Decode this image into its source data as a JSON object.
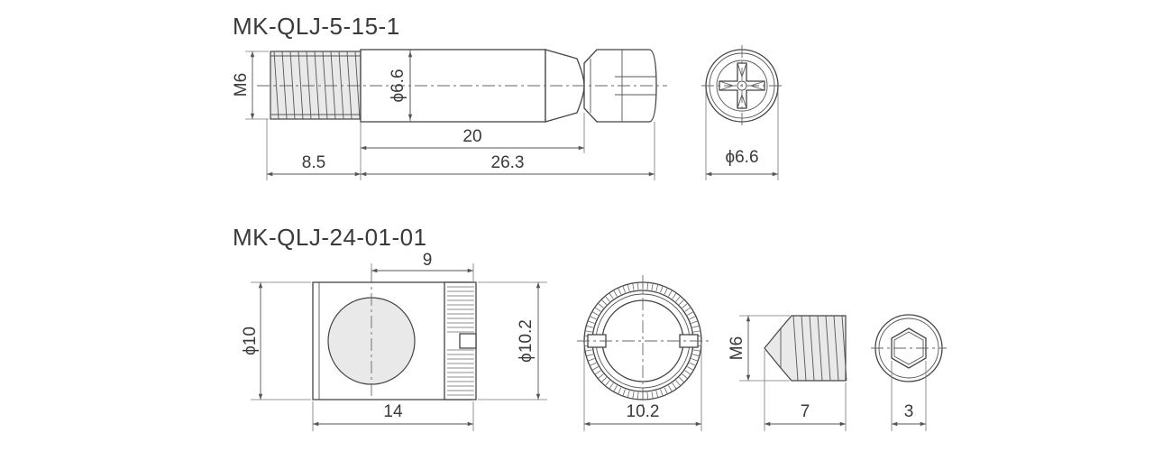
{
  "parts": [
    {
      "part_number": "MK-QLJ-5-15-1",
      "dimensions": {
        "thread": "M6",
        "diameter": "ϕ6.6",
        "shank_length": "20",
        "thread_length": "8.5",
        "overall_length": "26.3",
        "head_diameter": "ϕ6.6"
      }
    },
    {
      "part_number": "MK-QLJ-24-01-01",
      "dimensions": {
        "offset": "9",
        "diameter": "ϕ10",
        "knurl_diameter": "ϕ10.2",
        "length": "14",
        "face_diameter": "10.2",
        "set_screw_thread": "M6",
        "set_screw_length": "7",
        "hex_size": "3"
      }
    }
  ]
}
